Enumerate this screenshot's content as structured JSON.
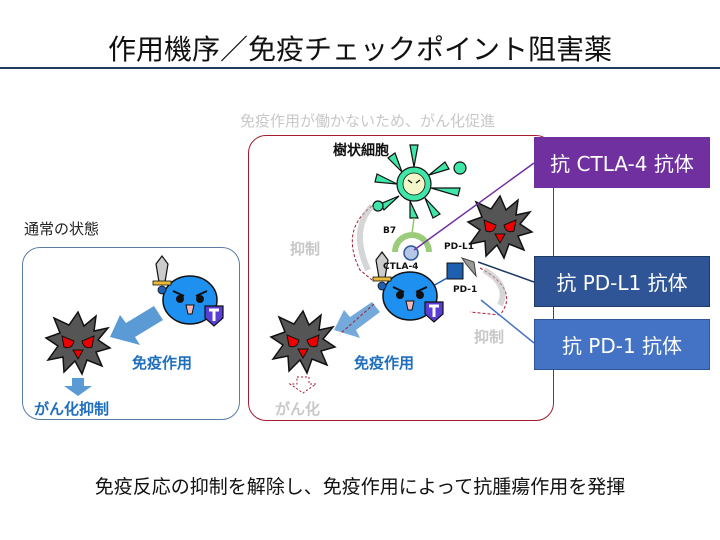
{
  "title": "作用機序／免疫チェックポイント阻害薬",
  "normal_state": {
    "label": "通常の状態",
    "immune_action_label": "免疫作用",
    "outcome_label": "がん化抑制"
  },
  "blocked_state": {
    "caption": "免疫作用が働かないため、がん化促進",
    "dendritic_cell_label": "樹状細胞",
    "b7_label": "B7",
    "ctla4_label": "CTLA-4",
    "pdl1_label": "PD-L1",
    "pd1_label": "PD-1",
    "suppress_left_label": "抑制",
    "suppress_right_label": "抑制",
    "immune_action_label": "免疫作用",
    "outcome_label": "がん化"
  },
  "antibodies": [
    {
      "label": "抗 CTLA-4 抗体",
      "color": "#7030a0"
    },
    {
      "label": "抗 PD-L1 抗体",
      "color": "#2f5597"
    },
    {
      "label": "抗 PD-1 抗体",
      "color": "#4472c4"
    }
  ],
  "summary": "免疫反応の抑制を解除し、免疫作用によって抗腫瘍作用を発揮",
  "colors": {
    "title_rule": "#1f3a5c",
    "normal_box": "#5b7ca6",
    "blocked_box": "#a51c30",
    "immune_text": "#1f6fbf",
    "muted_text": "#c8c8c8",
    "dendritic_cell": "#3ee6a8",
    "t_cell": "#1e90f0",
    "cancer_cell": "#555555"
  }
}
